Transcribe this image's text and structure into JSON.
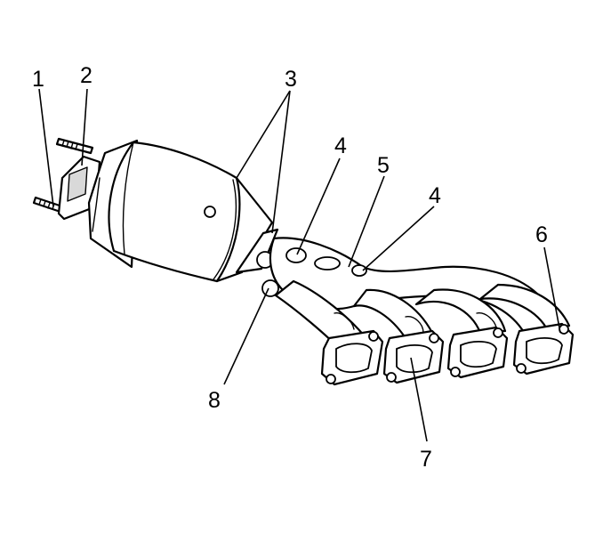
{
  "callouts": {
    "c1": "1",
    "c2": "2",
    "c3": "3",
    "c4a": "4",
    "c5": "5",
    "c4b": "4",
    "c6": "6",
    "c7": "7",
    "c8": "8"
  },
  "colors": {
    "line": "#000000",
    "background": "#ffffff",
    "shading": "#d9d9d9"
  }
}
